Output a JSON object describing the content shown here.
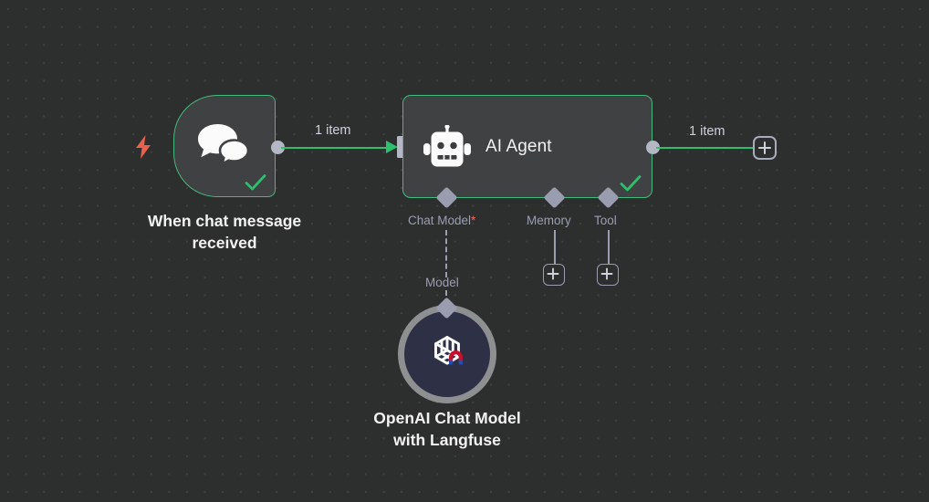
{
  "canvas": {
    "background_color": "#2d2e2e",
    "grid": "dot-grid"
  },
  "nodes": {
    "trigger": {
      "label": "When chat message received",
      "icon": "chat-bubbles-icon",
      "trigger_icon": "lightning-bolt-icon",
      "status_icon": "check-icon",
      "border_color": "#46b97f",
      "body_color": "#404142"
    },
    "agent": {
      "title": "AI Agent",
      "icon": "robot-icon",
      "status_icon": "check-icon",
      "border_color": "#46b97f",
      "body_color": "#404142",
      "inputs": [
        {
          "label": "Chat Model",
          "required": true,
          "required_marker": "*"
        },
        {
          "label": "Memory",
          "required": false,
          "required_marker": ""
        },
        {
          "label": "Tool",
          "required": false,
          "required_marker": ""
        }
      ]
    },
    "openai": {
      "label": "OpenAI Chat Model with Langfuse",
      "label_line1": "OpenAI Chat Model",
      "label_line2": "with Langfuse",
      "icon": "openai-logo-icon",
      "badge_icon": "magnet-icon",
      "body_color": "#2e3146",
      "ring_color": "#8d8f90"
    }
  },
  "connections": {
    "trigger_to_agent": {
      "label": "1 item",
      "color": "#2bbf6e"
    },
    "agent_to_output": {
      "label": "1 item",
      "color": "#2bbf6e"
    },
    "chat_model_link": {
      "label": "Model",
      "style": "dashed"
    }
  },
  "buttons": {
    "add_main_output": "+",
    "add_memory": "+",
    "add_tool": "+"
  }
}
